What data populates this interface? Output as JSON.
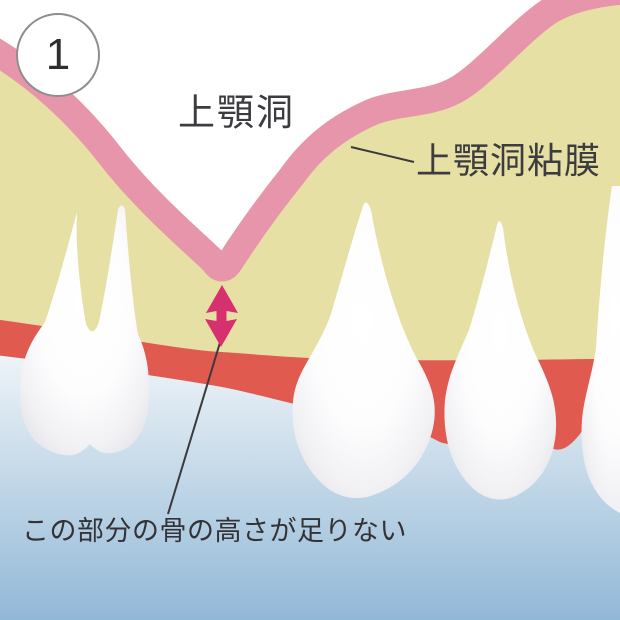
{
  "figure": {
    "step_badge": "1",
    "labels": {
      "sinus": "上顎洞",
      "membrane": "上顎洞粘膜",
      "caption": "この部分の骨の高さが足りない"
    },
    "icons": {
      "height_gap_arrow": "double-headed-vertical-arrow",
      "step_badge": "circled-number-1"
    },
    "colors": {
      "membrane_pink": "#e795ab",
      "bone_yellow": "#e7e0a4",
      "gum_red": "#e05a50",
      "arrow_magenta": "#d6306e",
      "cavity_blue_top": "#ecf2f7",
      "cavity_blue_bottom": "#92b8d7",
      "sinus_white": "#ffffff",
      "tooth_white": "#f7f7f9",
      "text_dark": "#3c3c40",
      "badge_border_gray": "#8e8e92"
    }
  }
}
